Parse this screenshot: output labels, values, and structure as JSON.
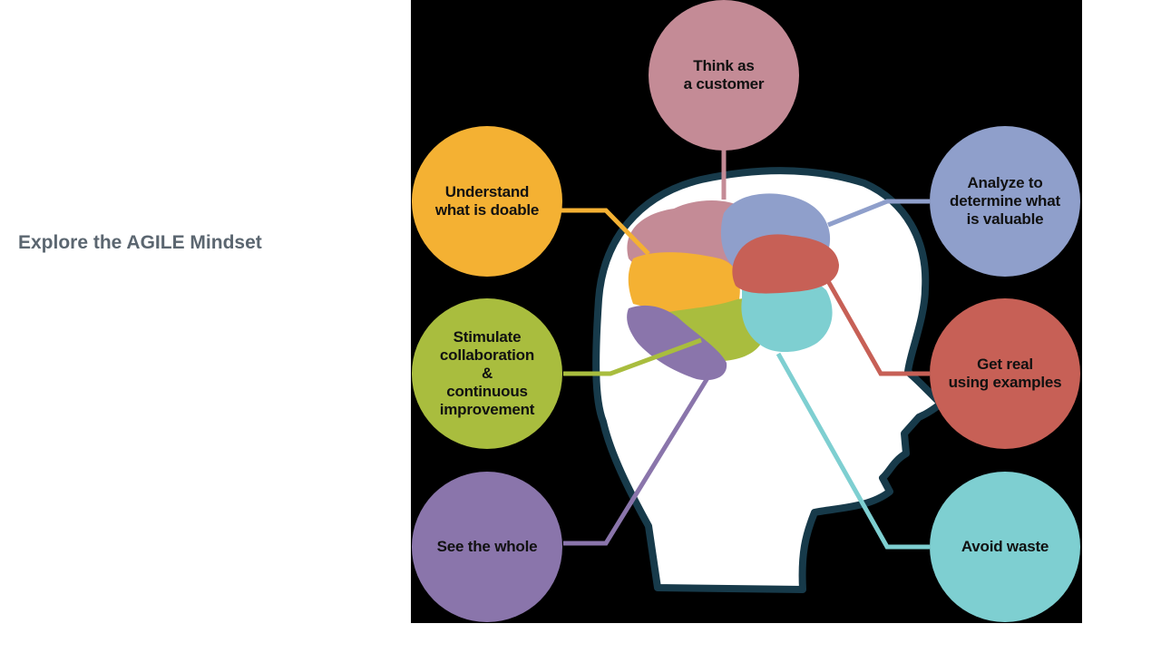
{
  "slide": {
    "title": "Explore the AGILE Mindset"
  },
  "diagram": {
    "background": "#000000",
    "head_color": "#ffffff",
    "bubbles": [
      {
        "id": "think-as-customer",
        "label": "Think as\na customer",
        "color": "#c48b96"
      },
      {
        "id": "analyze-value",
        "label": "Analyze to\ndetermine what\nis valuable",
        "color": "#8f9fcb"
      },
      {
        "id": "get-real",
        "label": "Get real\nusing examples",
        "color": "#c76056"
      },
      {
        "id": "avoid-waste",
        "label": "Avoid waste",
        "color": "#7ecfd1"
      },
      {
        "id": "see-whole",
        "label": "See the whole",
        "color": "#8a75ab"
      },
      {
        "id": "stimulate-collaboration",
        "label": "Stimulate\ncollaboration\n&\ncontinuous\nimprovement",
        "color": "#a9bd3e"
      },
      {
        "id": "understand-doable",
        "label": "Understand\nwhat is doable",
        "color": "#f4b133"
      }
    ]
  }
}
